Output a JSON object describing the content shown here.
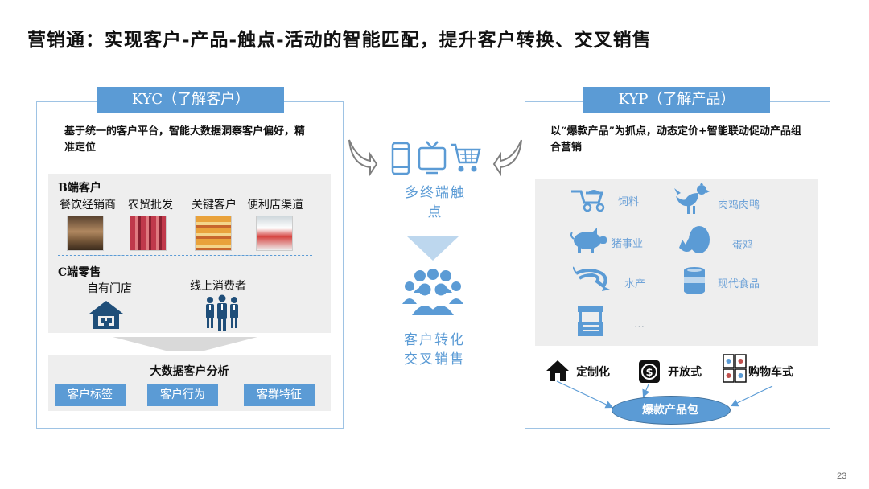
{
  "title": "营销通：实现客户-产品-触点-活动的智能匹配，提升客户转换、交叉销售",
  "kyc": {
    "tab": "KYC（了解客户）",
    "desc": "基于统一的客户平台，智能大数据洞察客户偏好，精准定位",
    "b_header": "B端客户",
    "b_items": [
      "餐饮经销商",
      "农贸批发",
      "关键客户",
      "便利店渠道"
    ],
    "c_header": "C端零售",
    "c_items": [
      "自有门店",
      "线上消费者"
    ],
    "analysis_title": "大数据客户分析",
    "buttons": [
      "客户标签",
      "客户行为",
      "客群特征"
    ]
  },
  "center": {
    "touch_label": "多终端触点",
    "result_line1": "客户转化",
    "result_line2": "交叉销售"
  },
  "kyp": {
    "tab": "KYP（了解产品）",
    "desc": "以“爆款产品”为抓点，动态定价+智能联动促动产品组合营销",
    "categories": [
      "饲料",
      "肉鸡肉鸭",
      "猪事业",
      "蛋鸡",
      "水产",
      "现代食品",
      "…"
    ],
    "modes": [
      "定制化",
      "开放式",
      "购物车式"
    ],
    "package": "爆款产品包"
  },
  "page_number": "23",
  "colors": {
    "accent": "#5b9bd5",
    "light_blue": "#9ec3e4",
    "panel_grey": "#eeeeee"
  }
}
